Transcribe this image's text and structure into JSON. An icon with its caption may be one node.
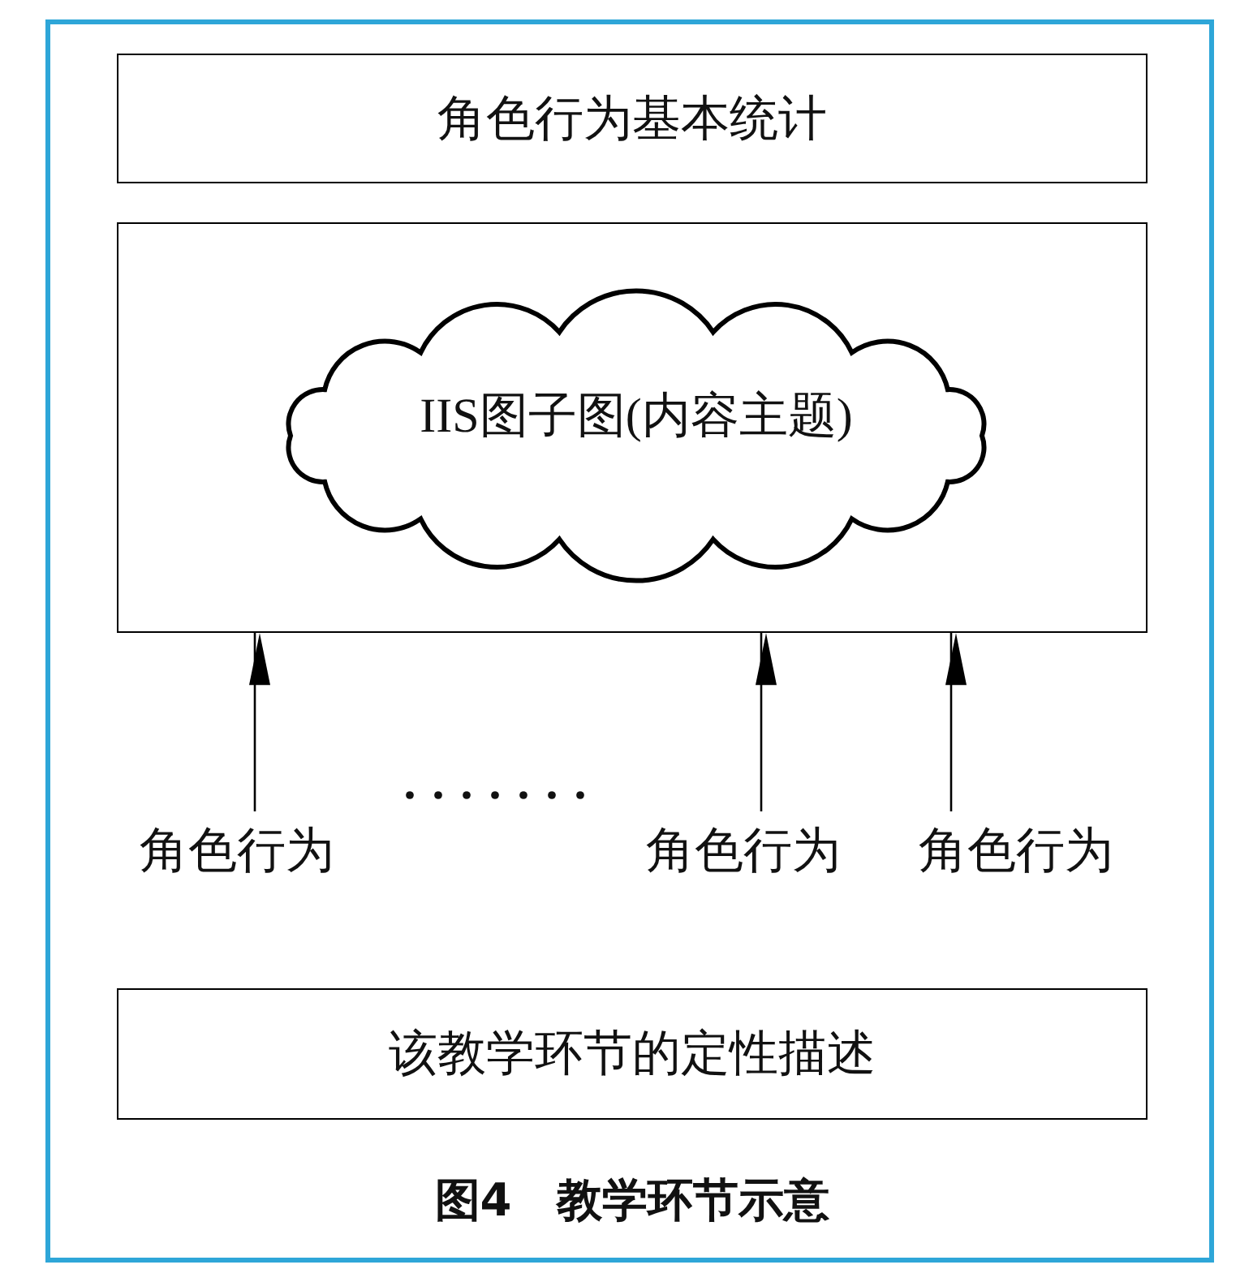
{
  "diagram": {
    "caption": "图4　教学环节示意",
    "nodes": [
      {
        "text": [
          "角色行为基本统计"
        ]
      },
      {
        "text": [],
        "shape": "box"
      },
      {
        "text": [
          "IIS图子图(内容主题)"
        ],
        "in": 1
      },
      {
        "text": [
          "角色行为"
        ]
      },
      {
        "text": [
          "角色行为"
        ]
      },
      {
        "text": [
          "角色行为"
        ]
      },
      {
        "text": [
          "该教学环节的定性描述"
        ]
      }
    ],
    "edges": [
      {
        "from": 3,
        "to": 1,
        "arrow": "to"
      },
      {
        "from": 4,
        "to": 1,
        "arrow": "to"
      },
      {
        "from": 5,
        "to": 1,
        "arrow": "to"
      }
    ],
    "labels": [
      "......."
    ]
  }
}
